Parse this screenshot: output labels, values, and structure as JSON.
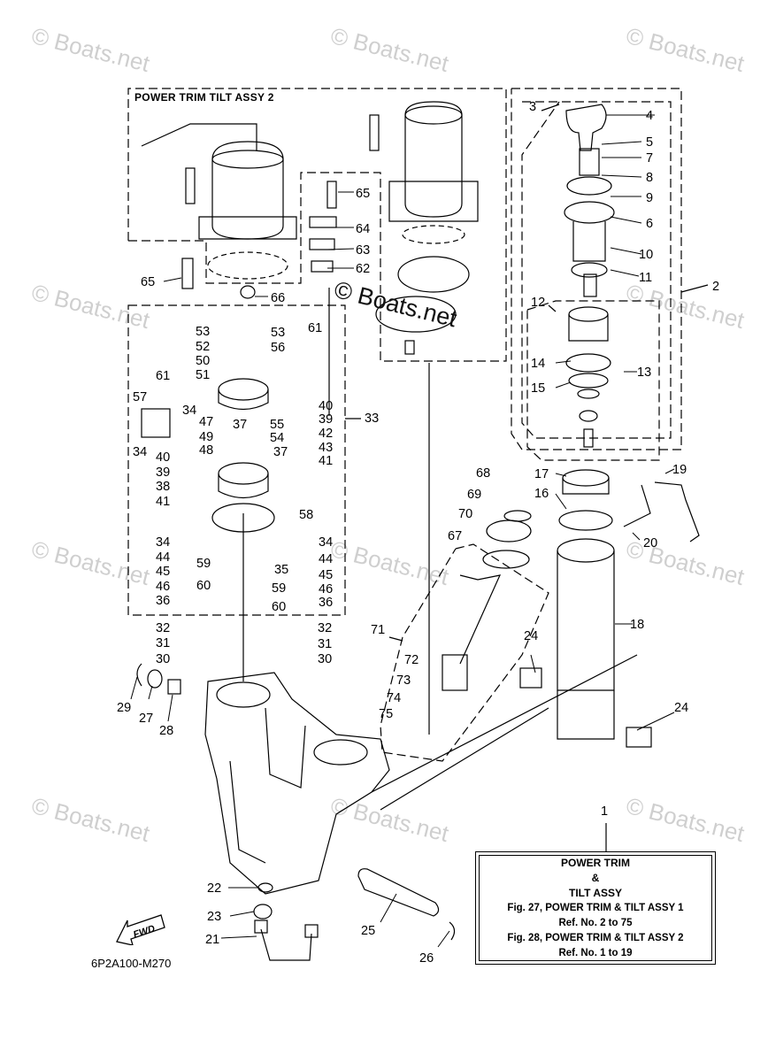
{
  "diagram": {
    "assembly_title": "POWER TRIM TILT ASSY 2",
    "drawing_code": "6P2A100-M270",
    "watermark": "© Boats.net",
    "fwd_label": "FWD",
    "reference_box": {
      "line1": "POWER TRIM",
      "line2": "&",
      "line3": "TILT ASSY",
      "line4": "Fig. 27, POWER TRIM & TILT ASSY 1",
      "line5": "Ref. No. 2 to 75",
      "line6": "Fig. 28, POWER TRIM & TILT ASSY 2",
      "line7": "Ref. No. 1 to 19"
    },
    "callouts": [
      {
        "num": "1"
      },
      {
        "num": "2"
      },
      {
        "num": "3"
      },
      {
        "num": "4"
      },
      {
        "num": "5"
      },
      {
        "num": "6"
      },
      {
        "num": "7"
      },
      {
        "num": "8"
      },
      {
        "num": "9"
      },
      {
        "num": "10"
      },
      {
        "num": "11"
      },
      {
        "num": "12"
      },
      {
        "num": "13"
      },
      {
        "num": "14"
      },
      {
        "num": "15"
      },
      {
        "num": "16"
      },
      {
        "num": "17"
      },
      {
        "num": "18"
      },
      {
        "num": "19"
      },
      {
        "num": "20"
      },
      {
        "num": "21"
      },
      {
        "num": "22"
      },
      {
        "num": "23"
      },
      {
        "num": "24"
      },
      {
        "num": "24"
      },
      {
        "num": "25"
      },
      {
        "num": "26"
      },
      {
        "num": "27"
      },
      {
        "num": "28"
      },
      {
        "num": "29"
      },
      {
        "num": "30"
      },
      {
        "num": "30"
      },
      {
        "num": "31"
      },
      {
        "num": "31"
      },
      {
        "num": "32"
      },
      {
        "num": "32"
      },
      {
        "num": "33"
      },
      {
        "num": "34"
      },
      {
        "num": "34"
      },
      {
        "num": "34"
      },
      {
        "num": "34"
      },
      {
        "num": "35"
      },
      {
        "num": "36"
      },
      {
        "num": "36"
      },
      {
        "num": "37"
      },
      {
        "num": "37"
      },
      {
        "num": "38"
      },
      {
        "num": "39"
      },
      {
        "num": "39"
      },
      {
        "num": "40"
      },
      {
        "num": "40"
      },
      {
        "num": "41"
      },
      {
        "num": "41"
      },
      {
        "num": "42"
      },
      {
        "num": "43"
      },
      {
        "num": "44"
      },
      {
        "num": "44"
      },
      {
        "num": "45"
      },
      {
        "num": "45"
      },
      {
        "num": "46"
      },
      {
        "num": "46"
      },
      {
        "num": "47"
      },
      {
        "num": "48"
      },
      {
        "num": "49"
      },
      {
        "num": "50"
      },
      {
        "num": "51"
      },
      {
        "num": "52"
      },
      {
        "num": "53"
      },
      {
        "num": "53"
      },
      {
        "num": "54"
      },
      {
        "num": "55"
      },
      {
        "num": "56"
      },
      {
        "num": "57"
      },
      {
        "num": "58"
      },
      {
        "num": "59"
      },
      {
        "num": "59"
      },
      {
        "num": "60"
      },
      {
        "num": "60"
      },
      {
        "num": "61"
      },
      {
        "num": "61"
      },
      {
        "num": "62"
      },
      {
        "num": "63"
      },
      {
        "num": "64"
      },
      {
        "num": "65"
      },
      {
        "num": "65"
      },
      {
        "num": "66"
      },
      {
        "num": "67"
      },
      {
        "num": "68"
      },
      {
        "num": "69"
      },
      {
        "num": "70"
      },
      {
        "num": "71"
      },
      {
        "num": "72"
      },
      {
        "num": "73"
      },
      {
        "num": "74"
      },
      {
        "num": "75"
      }
    ]
  }
}
